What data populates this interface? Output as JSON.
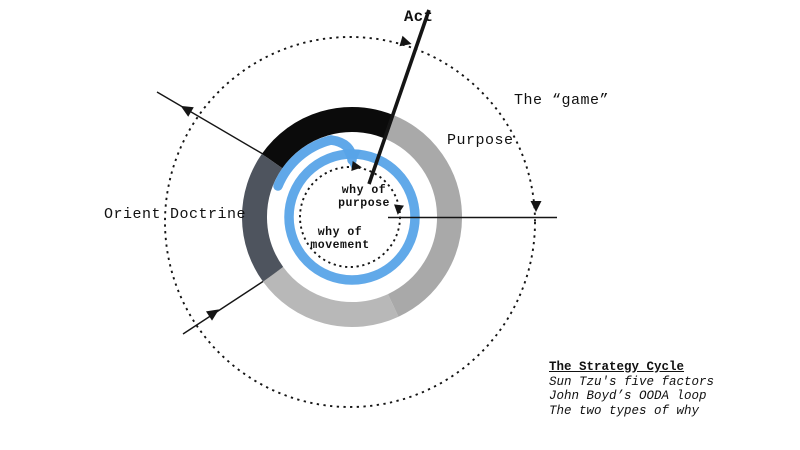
{
  "diagram": {
    "labels": {
      "act": "Act",
      "game": "The “game”",
      "purpose": "Purpose",
      "orient": "Orient",
      "doctrine": "Doctrine"
    },
    "center": {
      "why_of_purpose_line1": "why of",
      "why_of_purpose_line2": "purpose",
      "why_of_movement_line1": "why of",
      "why_of_movement_line2": "movement"
    },
    "legend": {
      "title": "The Strategy Cycle",
      "items": [
        "Sun Tzu's five factors",
        "John Boyd’s OODA loop",
        "The two types of why"
      ]
    },
    "colors": {
      "background": "#ffffff",
      "ring_black": "#0b0b0b",
      "ring_slate": "#4e545e",
      "ring_gray": "#a9a9a9",
      "ring_gray_light": "#b8b8b8",
      "spiral_blue": "#58a4e8",
      "line_black": "#151515"
    }
  }
}
